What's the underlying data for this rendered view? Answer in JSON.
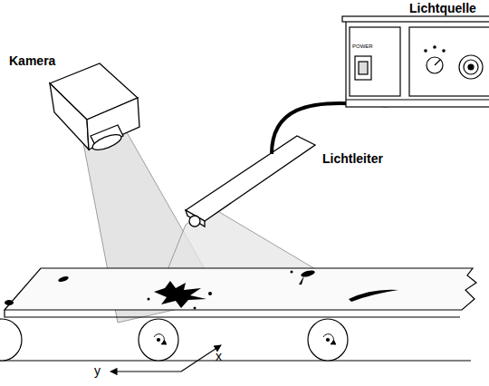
{
  "diagram": {
    "labels": [
      "Kamera",
      "Lichtquelle",
      "Lichtleiter",
      "POWER",
      "x",
      "y"
    ]
  }
}
